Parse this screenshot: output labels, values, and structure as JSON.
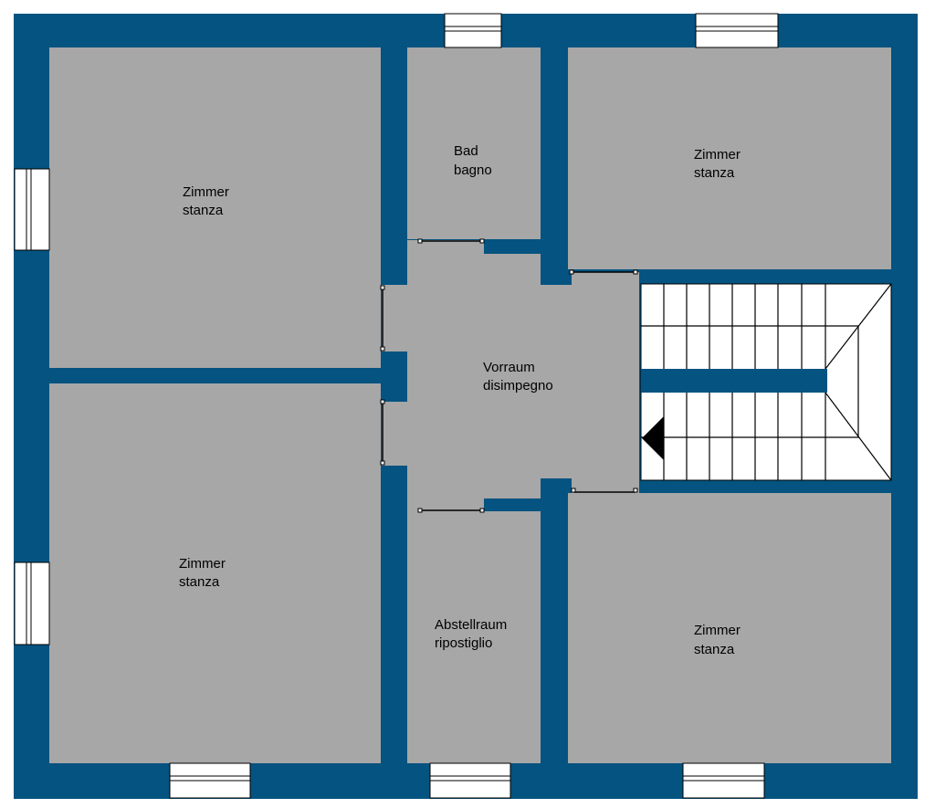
{
  "colors": {
    "wall": "#045380",
    "floor": "#a7a7a7",
    "background": "#ffffff",
    "line": "#000000",
    "window": "#ffffff"
  },
  "rooms": {
    "top_left": {
      "line1": "Zimmer",
      "line2": "stanza"
    },
    "bath": {
      "line1": "Bad",
      "line2": "bagno"
    },
    "top_right": {
      "line1": "Zimmer",
      "line2": "stanza"
    },
    "hall": {
      "line1": "Vorraum",
      "line2": "disimpegno"
    },
    "bottom_left": {
      "line1": "Zimmer",
      "line2": "stanza"
    },
    "storage": {
      "line1": "Abstellraum",
      "line2": "ripostiglio"
    },
    "bottom_right": {
      "line1": "Zimmer",
      "line2": "stanza"
    }
  },
  "icons": {
    "stair_arrow": "arrow-left-icon",
    "window": "window-icon"
  }
}
